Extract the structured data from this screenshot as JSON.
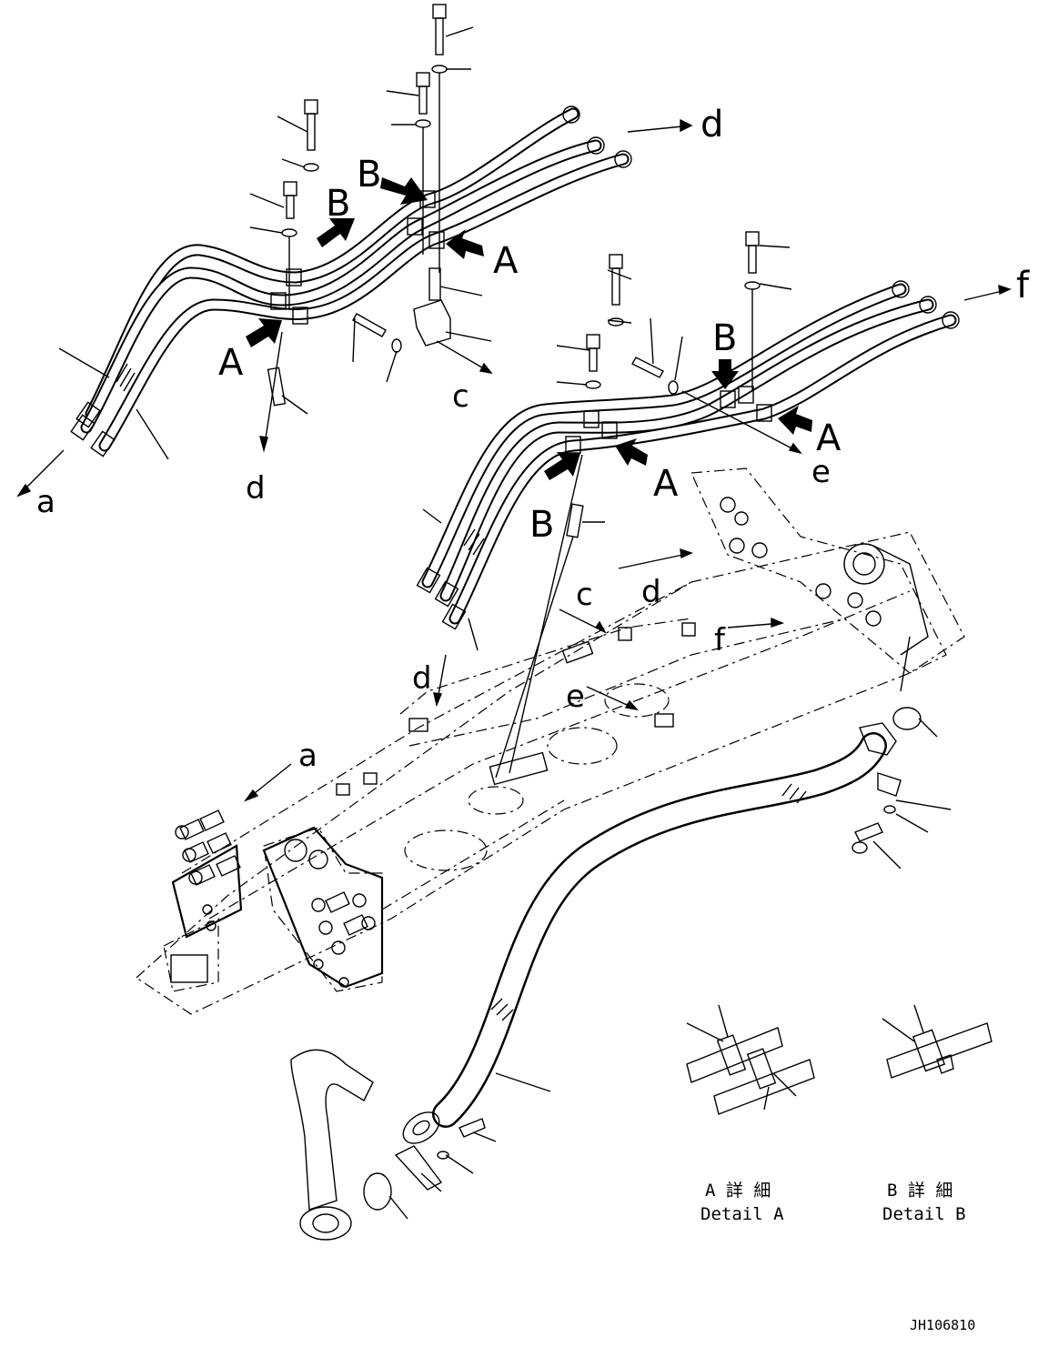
{
  "labels": {
    "a": "a",
    "c": "c",
    "d": "d",
    "e": "e",
    "f": "f",
    "A": "A",
    "B": "B"
  },
  "details": {
    "a_jp": "A 詳 細",
    "a_en": "Detail A",
    "b_jp": "B 詳 細",
    "b_en": "Detail B"
  },
  "drawing_code": "JH106810"
}
